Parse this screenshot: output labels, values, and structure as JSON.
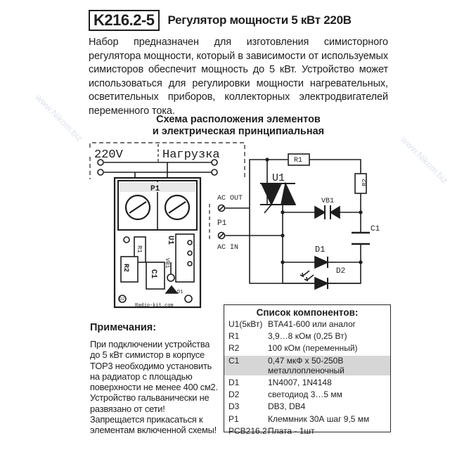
{
  "header": {
    "code": "K216.2-5",
    "title": "Регулятор мощности 5 кВт 220В"
  },
  "description": "Набор предназначен для изготовления симисторного регулятора мощности, который в зависимости от используемых симисторов обеспечит мощность до 5 кВт. Устройство может использоваться для регулировки мощности нагревательных, осветительных приборов, коллекторных электродвигателей переменного тока.",
  "diagram": {
    "title_line1": "Схема расположения элементов",
    "title_line2": "и электрическая принципиальная",
    "label_220v": "220V",
    "label_load": "Нагрузка",
    "board": {
      "p1": "P1",
      "r1": "R1",
      "r2": "R2",
      "c1": "C1",
      "u1": "U1",
      "vb1": "VB1",
      "d1": "D1",
      "d2": "D2",
      "site": "Radio-kit.com"
    },
    "schematic": {
      "ac_out": "AC OUT",
      "p1": "P1",
      "ac_in": "AC IN",
      "r1": "R1",
      "r2": "R2",
      "u1": "U1",
      "vb1": "VB1",
      "c1": "C1",
      "d1": "D1",
      "d2": "D2"
    }
  },
  "notes": {
    "heading": "Примечания:",
    "text": "При подключении устройства до 5 кВт симистор в корпусе TOP3 необходимо установить на радиатор с площадью поверхности не менее 400 см2. Устройство гальванически не развязано от сети! Запрещается прикасаться к элементам включенной схемы!"
  },
  "components": {
    "title": "Список компонентов:",
    "items": [
      {
        "ref": "U1(5кВт)",
        "desc": "BTA41-600 или аналог"
      },
      {
        "ref": "R1",
        "desc": "3,9…8 кОм (0,25 Вт)"
      },
      {
        "ref": "R2",
        "desc": "100 кОм (переменный)"
      },
      {
        "ref": "C1",
        "desc": "0,47 мкФ х 50-250В"
      },
      {
        "ref": "",
        "desc": "металлопленочный"
      },
      {
        "ref": "D1",
        "desc": "1N4007, 1N4148"
      },
      {
        "ref": "D2",
        "desc": "светодиод 3…5 мм"
      },
      {
        "ref": "D3",
        "desc": "DB3, DB4"
      },
      {
        "ref": "P1",
        "desc": "Клеммник 30А шаг 9,5 мм"
      },
      {
        "ref": "PCB216.2",
        "desc": "Плата  - 1шт"
      }
    ]
  }
}
